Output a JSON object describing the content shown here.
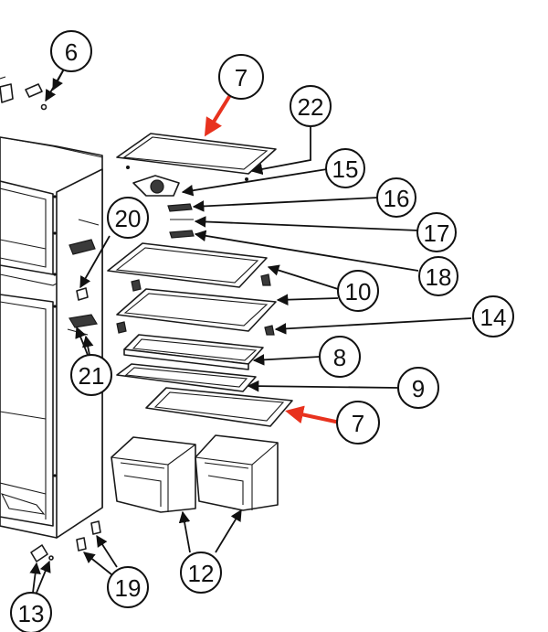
{
  "colors": {
    "ink": "#111111",
    "highlight": "#e8321e",
    "background": "#ffffff"
  },
  "callouts": [
    {
      "id": "c6",
      "label": "6"
    },
    {
      "id": "c7a",
      "label": "7",
      "highlight": true
    },
    {
      "id": "c22",
      "label": "22"
    },
    {
      "id": "c15",
      "label": "15"
    },
    {
      "id": "c16",
      "label": "16"
    },
    {
      "id": "c20",
      "label": "20"
    },
    {
      "id": "c17",
      "label": "17"
    },
    {
      "id": "c18",
      "label": "18"
    },
    {
      "id": "c10",
      "label": "10"
    },
    {
      "id": "c14",
      "label": "14"
    },
    {
      "id": "c8",
      "label": "8"
    },
    {
      "id": "c21",
      "label": "21"
    },
    {
      "id": "c9",
      "label": "9"
    },
    {
      "id": "c7b",
      "label": "7",
      "highlight": true
    },
    {
      "id": "c12",
      "label": "12"
    },
    {
      "id": "c19",
      "label": "19"
    },
    {
      "id": "c13",
      "label": "13"
    }
  ]
}
